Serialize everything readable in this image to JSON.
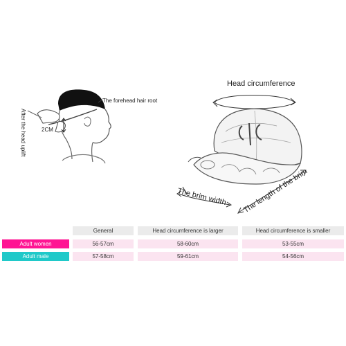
{
  "left_figure": {
    "forehead_label": "The forehead hair root",
    "measure_label": "2CM",
    "vertical_label": "After the head uplift"
  },
  "right_figure": {
    "head_circumference_label": "Head circumference",
    "brim_width_label": "The brim width",
    "brim_length_label": "The length of the brim"
  },
  "size_table": {
    "headers": [
      "",
      "General",
      "Head circumference is larger",
      "Head circumference is smaller"
    ],
    "rows": [
      {
        "label": "Adult women",
        "color": "#ff1493",
        "values": [
          "56-57cm",
          "58-60cm",
          "53-55cm"
        ]
      },
      {
        "label": "Adult male",
        "color": "#20c9c9",
        "values": [
          "57-58cm",
          "59-61cm",
          "54-56cm"
        ]
      }
    ]
  }
}
